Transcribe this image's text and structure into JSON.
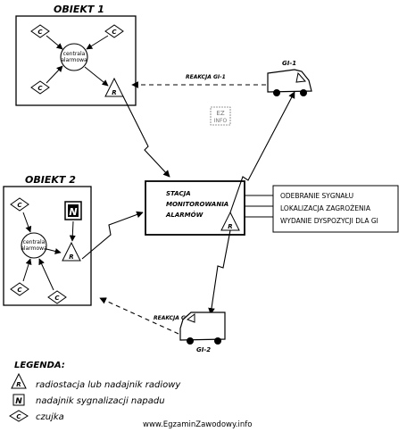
{
  "objekt1": {
    "title": "OBIEKT 1",
    "central_line1": "centrala",
    "central_line2": "alarmowa",
    "sensor": "C",
    "radio": "R"
  },
  "objekt2": {
    "title": "OBIEKT 2",
    "central_line1": "centrala",
    "central_line2": "alarmowa",
    "sensor": "C",
    "radio": "R",
    "panic": "N"
  },
  "station": {
    "line1": "STACJA",
    "line2": "MONITOROWANIA",
    "line3": "ALARMÓW",
    "radio": "R"
  },
  "tasks": {
    "items": [
      "ODEBRANIE SYGNAŁU",
      "LOKALIZACJA ZAGROŻENIA",
      "WYDANIE DYSPOZYCJI DLA GI"
    ]
  },
  "vehicles": {
    "gi1": "GI-1",
    "gi2": "GI-2",
    "reakcja1": "REAKCJA GI-1",
    "reakcja2": "REAKCJA GI-2"
  },
  "watermark": {
    "line1": "EZ",
    "line2": "INFO"
  },
  "legend": {
    "title": "LEGENDA:",
    "items": [
      {
        "symbol": "R",
        "text": "radiostacja lub nadajnik radiowy"
      },
      {
        "symbol": "N",
        "text": "nadajnik sygnalizacji napadu"
      },
      {
        "symbol": "C",
        "text": "czujka"
      }
    ]
  },
  "footer": {
    "url": "www.EgzaminZawodowy.info"
  }
}
